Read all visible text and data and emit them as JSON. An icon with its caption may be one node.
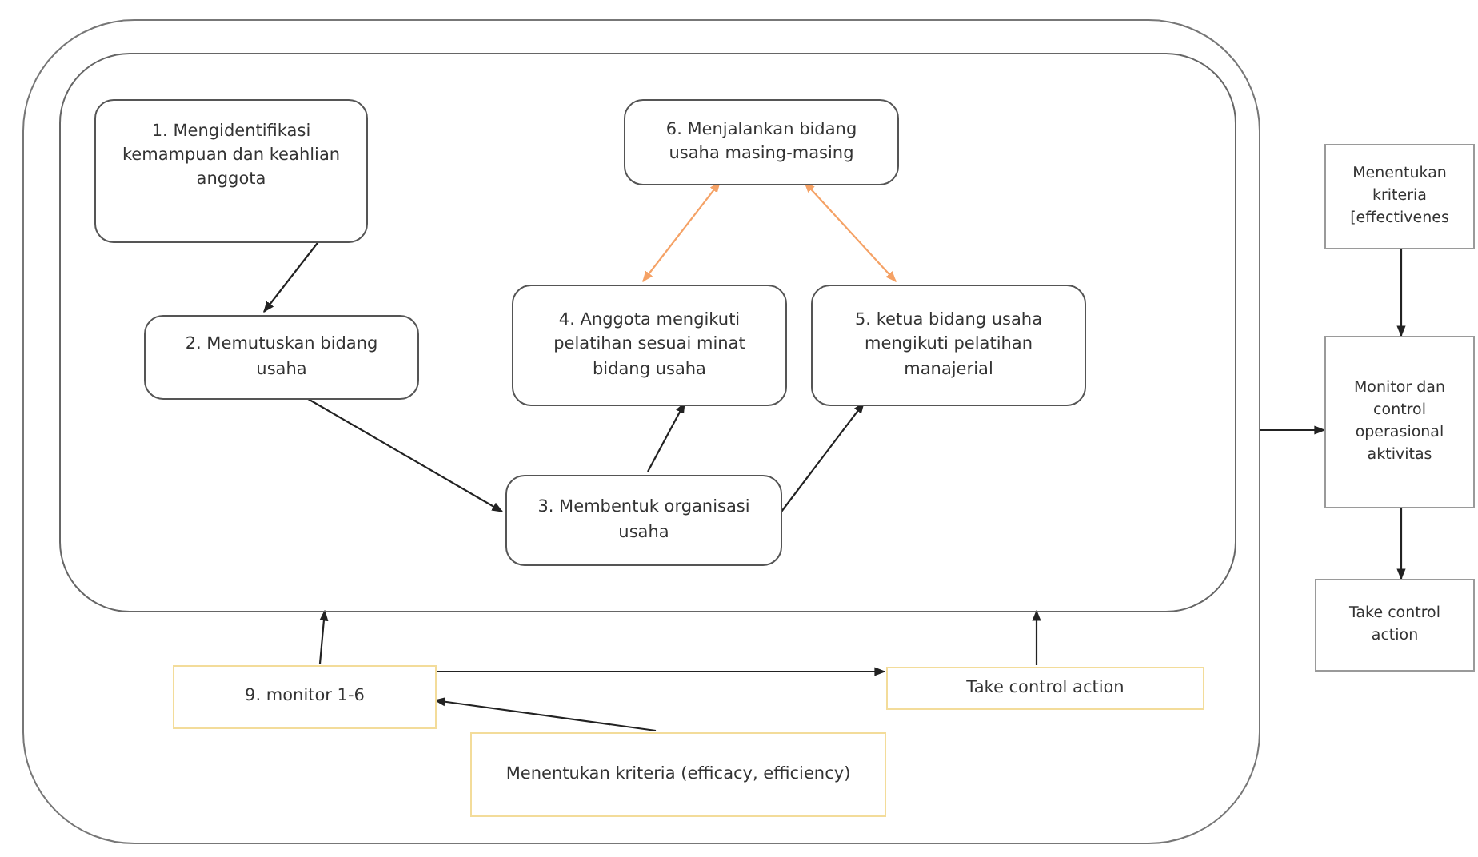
{
  "diagram": {
    "nodes": [
      {
        "text": [],
        "shape": "box"
      },
      {
        "text": [],
        "shape": "box",
        "in": 0
      },
      {
        "text": [
          "1.   Mengidentifikasi kemampuan dan keahlian anggota"
        ],
        "in": 1
      },
      {
        "text": [
          "2. Memutuskan bidang usaha"
        ],
        "in": 1
      },
      {
        "text": [
          "6. Menjalankan bidang usaha masing-masing"
        ],
        "in": 1
      },
      {
        "text": [
          "4. Anggota mengikuti pelatihan sesuai minat bidang usaha"
        ],
        "in": 1
      },
      {
        "text": [
          "5. ketua bidang usaha mengikuti pelatihan manajerial"
        ],
        "in": 1
      },
      {
        "text": [
          "3. Membentuk organisasi usaha"
        ],
        "in": 1
      },
      {
        "text": [
          "9. monitor 1-6"
        ],
        "in": 0
      },
      {
        "text": [
          "Take control action"
        ],
        "in": 0
      },
      {
        "text": [
          "Menentukan kriteria (efficacy, efficiency)"
        ],
        "in": 0
      },
      {
        "text": [
          "Menentukan kriteria [effectivenes"
        ]
      },
      {
        "text": [
          "Monitor dan control operasional aktivitas"
        ]
      },
      {
        "text": [
          "Take control action"
        ]
      }
    ],
    "edges": [
      {
        "from": 2,
        "to": 3,
        "arrow": "to"
      },
      {
        "from": 3,
        "to": 7,
        "arrow": "to"
      },
      {
        "from": 4,
        "to": 5,
        "arrow": "both",
        "color": "#f5a266"
      },
      {
        "from": 4,
        "to": 6,
        "arrow": "both",
        "color": "#f5a266"
      },
      {
        "from": 7,
        "to": 5,
        "arrow": "to"
      },
      {
        "from": 7,
        "to": 6,
        "arrow": "to"
      },
      {
        "from": 8,
        "to": 1,
        "arrow": "to"
      },
      {
        "from": 8,
        "to": 9,
        "arrow": "to"
      },
      {
        "from": 10,
        "to": 8,
        "arrow": "to"
      },
      {
        "from": 9,
        "to": 1,
        "arrow": "to"
      },
      {
        "from": 0,
        "to": 12,
        "arrow": "to"
      },
      {
        "from": 11,
        "to": 12,
        "arrow": "to"
      },
      {
        "from": 12,
        "to": 13,
        "arrow": "to"
      }
    ]
  }
}
